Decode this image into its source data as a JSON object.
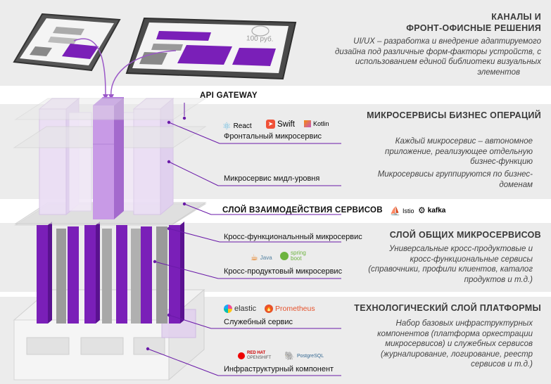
{
  "sections": {
    "channels": {
      "title_line1": "КАНАЛЫ И",
      "title_line2": "ФРОНТ-ОФИСНЫЕ РЕШЕНИЯ",
      "desc_line1": "UI/UX – разработка и внедрение адаптируемого",
      "desc_line2": "дизайна под различные форм-факторы устройств, с",
      "desc_line3": "использованием единой библиотеки визуальных",
      "desc_line4": "элементов"
    },
    "business": {
      "title": "МИКРОСЕРВИСЫ БИЗНЕС ОПЕРАЦИЙ",
      "desc1_line1": "Каждый микросервис – автономное",
      "desc1_line2": "приложение, реализующее отдельную",
      "desc1_line3": "бизнес-функцию",
      "desc2_line1": "Микросервисы группируются по бизнес-",
      "desc2_line2": "доменам"
    },
    "interaction": {
      "title": "СЛОЙ ВЗАИМОДЕЙСТВИЯ СЕРВИСОВ"
    },
    "common": {
      "title": "СЛОЙ ОБЩИХ МИКРОСЕРВИСОВ",
      "desc_line1": "Универсальные кросс-продуктовые и",
      "desc_line2": "кросс-функциональные сервисы",
      "desc_line3": "(справочники, профили клиентов, каталог",
      "desc_line4": "продуктов и т.д.)"
    },
    "platform": {
      "title": "ТЕХНОЛОГИЧЕСКИЙ СЛОЙ ПЛАТФОРМЫ",
      "desc_line1": "Набор базовых инфраструктурных",
      "desc_line2": "компонентов (платформа оркестрации",
      "desc_line3": "микросервисов) и служебных сервисов",
      "desc_line4": "(журналирование, логирование, реестр",
      "desc_line5": "сервисов и т.д.)"
    }
  },
  "labels": {
    "api_gateway": "API GATEWAY",
    "frontend": "Фронтальный микросервис",
    "middle": "Микросервис мидл-уровня",
    "cross_functional": "Кросс-функциональнный микросервис",
    "cross_product": "Кросс-продуктовый микросервис",
    "service": "Служебный сервис",
    "infra": "Инфраструктурный компонент"
  },
  "logos": {
    "react": "React",
    "swift": "Swift",
    "kotlin": "Kotlin",
    "istio": "Istio",
    "kafka": "kafka",
    "java": "Java",
    "spring_line1": "spring",
    "spring_line2": "boot",
    "elastic": "elastic",
    "prometheus": "Prometheus",
    "openshift_line1": "RED HAT",
    "openshift_line2": "OPENSHIFT",
    "postgres": "PostgreSQL"
  },
  "devices": {
    "tablet_price": "100 руб."
  },
  "colors": {
    "purple": "#7a1fb8",
    "purple_light": "#c89ae6",
    "lavender": "#e8dcf2",
    "band": "#ececec",
    "leader": "#6a1aa8"
  }
}
